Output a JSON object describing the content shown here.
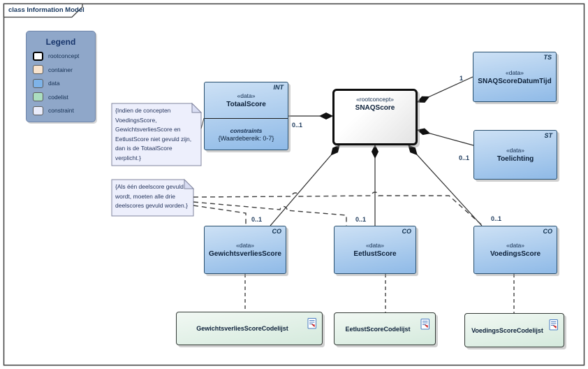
{
  "diagram": {
    "title": "class Information Model"
  },
  "legend": {
    "title": "Legend",
    "items": [
      {
        "label": "rootconcept",
        "color": "#ffffff"
      },
      {
        "label": "container",
        "color": "#f8e3cd"
      },
      {
        "label": "data",
        "color": "#7eb3e8"
      },
      {
        "label": "codelist",
        "color": "#abdec0"
      },
      {
        "label": "constraint",
        "color": "#e9ecfb"
      }
    ]
  },
  "classes": {
    "totaalscore": {
      "stereotype": "«data»",
      "name": "TotaalScore",
      "corner": "INT",
      "compartment_label": "constraints",
      "constraint": "{Waardebereik: 0-7}"
    },
    "snaqscore": {
      "stereotype": "«rootconcept»",
      "name": "SNAQScore"
    },
    "snaqscoredatumtijd": {
      "stereotype": "«data»",
      "name": "SNAQScoreDatumTijd",
      "corner": "TS"
    },
    "toelichting": {
      "stereotype": "«data»",
      "name": "Toelichting",
      "corner": "ST"
    },
    "gewichtsverliesscore": {
      "stereotype": "«data»",
      "name": "GewichtsverliesScore",
      "corner": "CO"
    },
    "eetlustscore": {
      "stereotype": "«data»",
      "name": "EetlustScore",
      "corner": "CO"
    },
    "voedingsscore": {
      "stereotype": "«data»",
      "name": "VoedingsScore",
      "corner": "CO"
    }
  },
  "codelists": {
    "items": [
      {
        "name": "GewichtsverliesScoreCodelijst"
      },
      {
        "name": "EetlustScoreCodelijst"
      },
      {
        "name": "VoedingsScoreCodelijst"
      }
    ]
  },
  "notes": {
    "totaalscore_constraint": "{Indien de concepten\nVoedingsScore,\nGewichtsverliesScore en\nEetlustScore niet gevuld zijn,\ndan is de TotaalScore\nverplicht.}",
    "deelscores_constraint": "{Als één deelscore gevuld\nwordt, moeten alle drie\ndeelscores gevuld worden.}"
  },
  "multiplicities": {
    "totaalscore": "0..1",
    "snaqscoredatumtijd": "1",
    "toelichting": "0..1",
    "gewichtsverliesscore": "0..1",
    "eetlustscore": "0..1",
    "voedingsscore": "0..1"
  },
  "colors": {
    "data_fill_top": "#cde1f5",
    "data_fill_bottom": "#8fbae7",
    "codelist_fill_top": "#f1f8f3",
    "codelist_fill_bottom": "#d5eadd",
    "rootconcept_fill": "#ffffff",
    "container_fill": "#f8e3cd",
    "constraint_note_fill": "#edeffc",
    "legend_bg": "#8fa7c9",
    "accent_text": "#17375e",
    "connector": "#2b2b2b"
  }
}
